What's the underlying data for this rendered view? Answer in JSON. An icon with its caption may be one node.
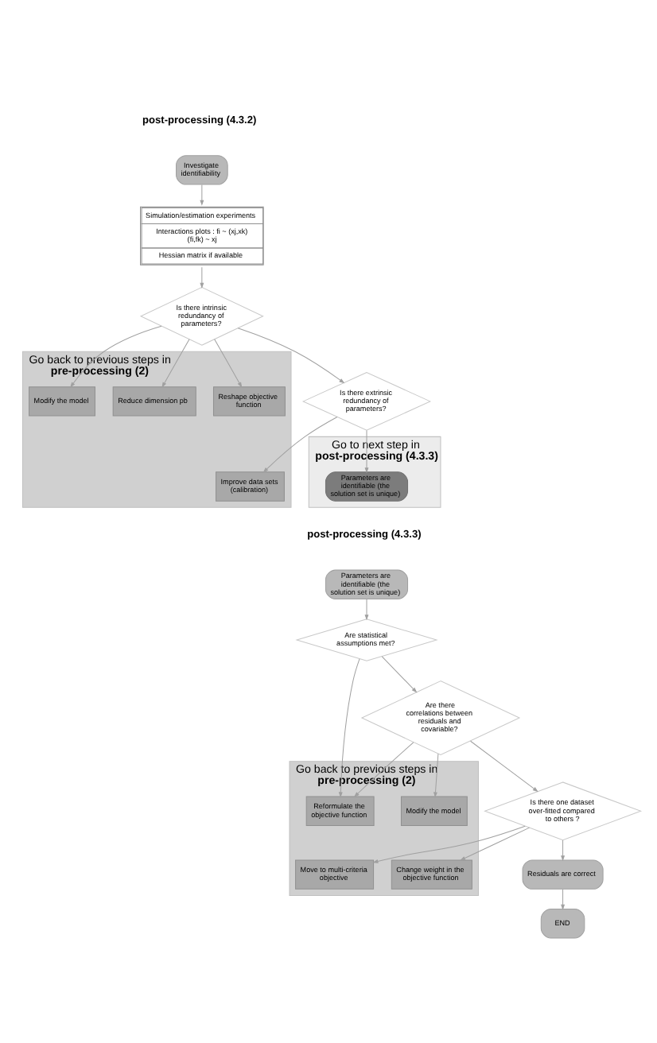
{
  "diagram": {
    "nodes": [
      {
        "text": [
          "Investigate identifiability"
        ]
      },
      {
        "text": [
          "Simulation/estimation experiments",
          "Interactions plots : fi ~ (xj,xk) (fi,fk) ~ xj",
          "Hessian matrix if available"
        ]
      },
      {
        "text": [
          "Is there intrinsic redundancy of parameters?"
        ]
      },
      {
        "text": [
          "Go back to previous steps in",
          "pre-processing (2)"
        ]
      },
      {
        "text": [
          "Reshape objective function"
        ],
        "in": 3
      },
      {
        "text": [
          "Reduce dimension pb"
        ],
        "in": 3
      },
      {
        "text": [
          "Modify the model"
        ],
        "in": 3
      },
      {
        "text": [
          "Is there extrinsic redundancy of parameters?"
        ]
      },
      {
        "text": [
          "Improve data sets (calibration)"
        ],
        "in": 3
      },
      {
        "text": [
          "Go to next step in",
          "post-processing (4.3.3)"
        ]
      },
      {
        "text": [
          "Parameters are identifiable (the solution set is unique)"
        ],
        "in": 9
      },
      {
        "text": [
          "Parameters are identifiable (the solution set is unique)"
        ]
      },
      {
        "text": [
          "Are statistical assumptions met?"
        ]
      },
      {
        "text": [
          "Go back to previous steps in",
          "pre-processing (2)"
        ]
      },
      {
        "text": [
          "Reformulate the objective function"
        ],
        "in": 13
      },
      {
        "text": [
          "Modify the model"
        ],
        "in": 13
      },
      {
        "text": [
          "Are there correlations between residuals and covariable?"
        ]
      },
      {
        "text": [
          "Change weight in the objective function"
        ],
        "in": 13
      },
      {
        "text": [
          "Move to multi-criteria objective"
        ],
        "in": 13
      },
      {
        "text": [
          "Is there one dataset over-fitted compared to others ?"
        ]
      },
      {
        "text": [
          "Residuals are correct"
        ]
      },
      {
        "text": [
          "END"
        ]
      }
    ],
    "edges": [
      {
        "from": 0,
        "to": 1,
        "arrow": "to"
      },
      {
        "from": 1,
        "to": 2,
        "arrow": "to"
      },
      {
        "from": 2,
        "to": 4,
        "arrow": "to"
      },
      {
        "from": 2,
        "to": 5,
        "arrow": "to"
      },
      {
        "from": 2,
        "to": 6,
        "arrow": "to"
      },
      {
        "from": 2,
        "to": 7,
        "arrow": "to"
      },
      {
        "from": 7,
        "to": 8,
        "arrow": "to"
      },
      {
        "from": 7,
        "to": 10,
        "arrow": "to"
      },
      {
        "from": 11,
        "to": 12,
        "arrow": "to"
      },
      {
        "from": 12,
        "to": 14,
        "arrow": "to"
      },
      {
        "from": 12,
        "to": 16,
        "arrow": "to"
      },
      {
        "from": 16,
        "to": 14,
        "arrow": "to"
      },
      {
        "from": 16,
        "to": 15,
        "arrow": "to"
      },
      {
        "from": 16,
        "to": 19,
        "arrow": "to"
      },
      {
        "from": 19,
        "to": 17,
        "arrow": "to"
      },
      {
        "from": 19,
        "to": 18,
        "arrow": "to"
      },
      {
        "from": 19,
        "to": 20,
        "arrow": "to"
      },
      {
        "from": 20,
        "to": 21,
        "arrow": "to"
      }
    ],
    "labels": [
      "post-processing (4.3.2)",
      "post-processing (4.3.3)"
    ]
  }
}
